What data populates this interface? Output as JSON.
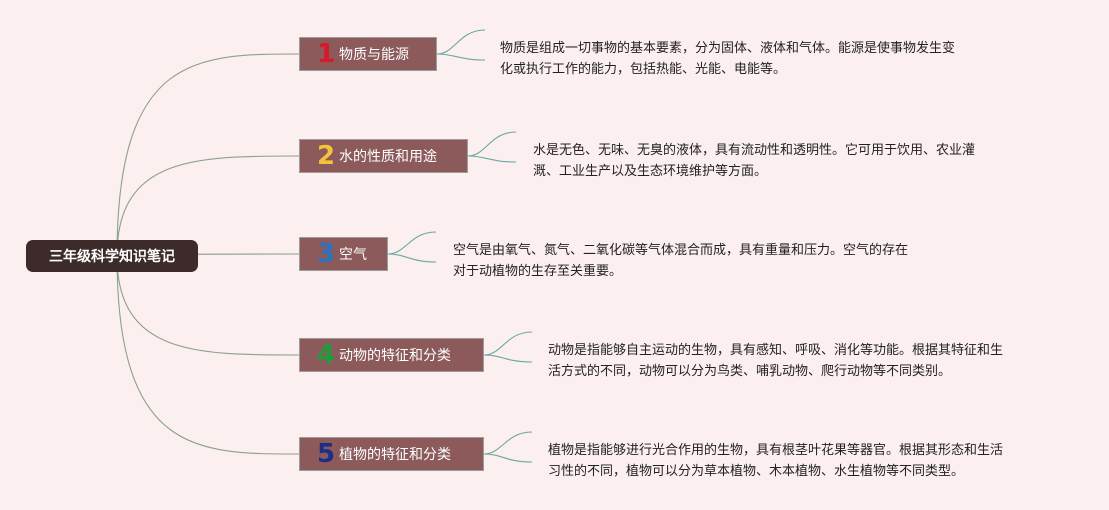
{
  "root": {
    "label": "三年级科学知识笔记"
  },
  "colors": {
    "background": "#fcefef",
    "root_bg": "#3d2b2b",
    "branch_bg": "#8c5a5a",
    "line_main": "#8aa090",
    "line_leaf": "#6aa8a0"
  },
  "branches": [
    {
      "number": "1",
      "number_color": "#d8192c",
      "label": "物质与能源",
      "lines": [
        "物质是组成一切事物的基本要素，分为固体、液体和气体。能源是使事物发生变",
        "化或执行工作的能力，包括热能、光能、电能等。"
      ]
    },
    {
      "number": "2",
      "number_color": "#f3c43b",
      "label": "水的性质和用途",
      "lines": [
        "水是无色、无味、无臭的液体，具有流动性和透明性。它可用于饮用、农业灌",
        "溉、工业生产以及生态环境维护等方面。"
      ]
    },
    {
      "number": "3",
      "number_color": "#2b73c0",
      "label": "空气",
      "lines": [
        "空气是由氧气、氮气、二氧化碳等气体混合而成，具有重量和压力。空气的存在",
        "对于动植物的生存至关重要。"
      ]
    },
    {
      "number": "4",
      "number_color": "#1f9c3b",
      "label": "动物的特征和分类",
      "lines": [
        "动物是指能够自主运动的生物，具有感知、呼吸、消化等功能。根据其特征和生",
        "活方式的不同，动物可以分为鸟类、哺乳动物、爬行动物等不同类别。"
      ]
    },
    {
      "number": "5",
      "number_color": "#1c2f86",
      "label": "植物的特征和分类",
      "lines": [
        "植物是指能够进行光合作用的生物，具有根茎叶花果等器官。根据其形态和生活",
        "习性的不同，植物可以分为草本植物、木本植物、水生植物等不同类型。"
      ]
    }
  ]
}
